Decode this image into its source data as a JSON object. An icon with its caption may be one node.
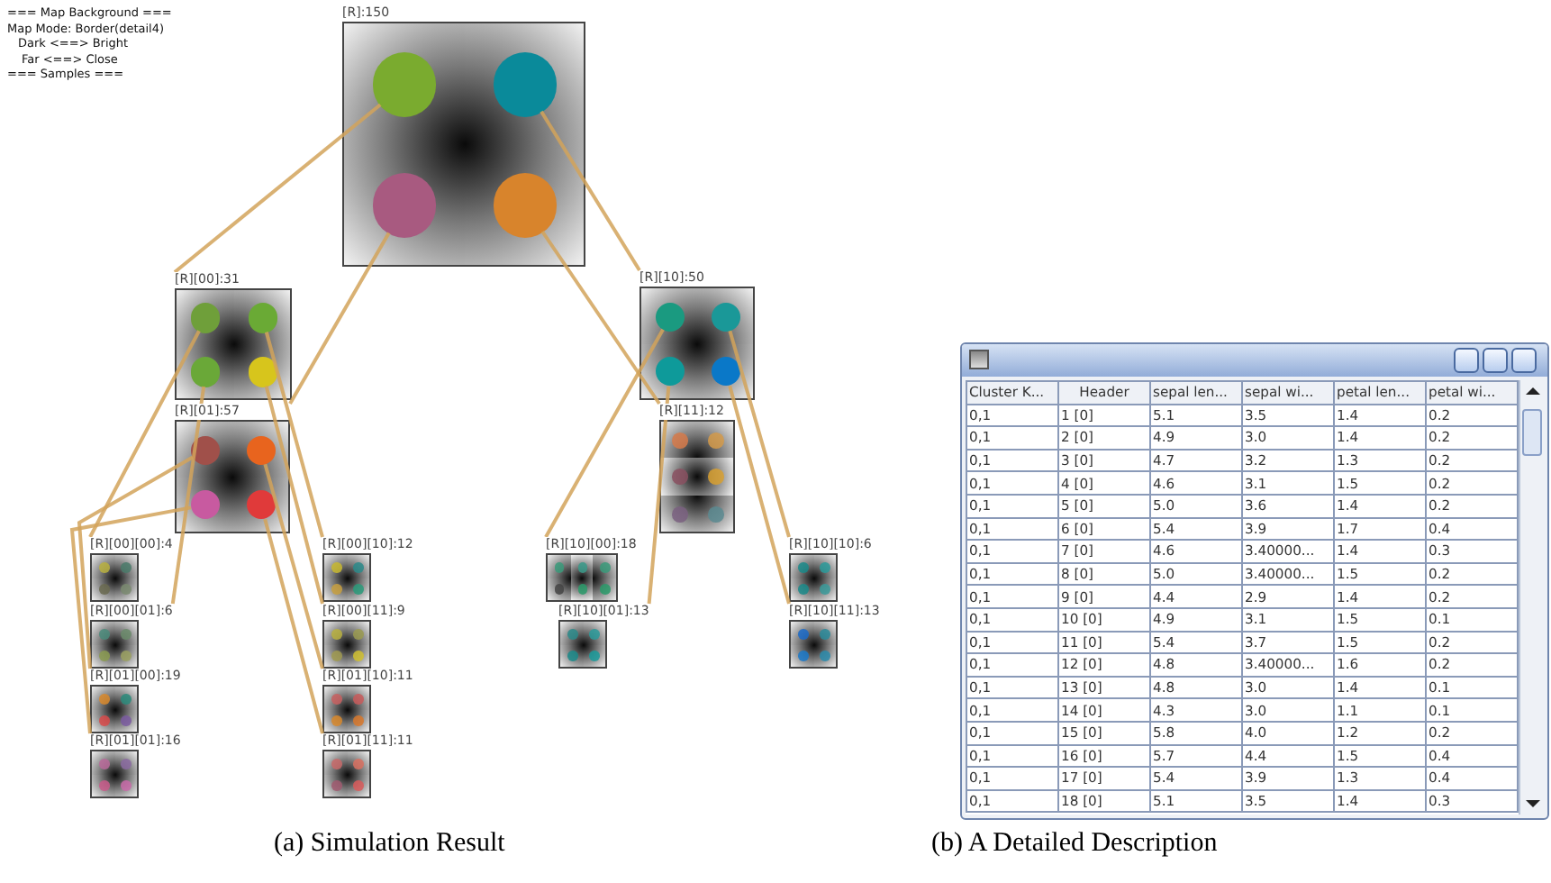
{
  "diagram": {
    "nodes": [
      {
        "text": [
          "[R]:150"
        ]
      },
      {
        "text": [],
        "shape": "circle",
        "in": 0
      },
      {
        "text": [],
        "shape": "circle",
        "in": 0
      },
      {
        "text": [],
        "shape": "circle",
        "in": 0
      },
      {
        "text": [],
        "shape": "circle",
        "in": 0
      },
      {
        "text": [
          "[R][00]:31"
        ]
      },
      {
        "text": [],
        "shape": "circle",
        "in": 5
      },
      {
        "text": [],
        "shape": "circle",
        "in": 5
      },
      {
        "text": [],
        "shape": "circle",
        "in": 5
      },
      {
        "text": [],
        "shape": "circle",
        "in": 5
      },
      {
        "text": [
          "[R][10]:50"
        ]
      },
      {
        "text": [],
        "shape": "circle",
        "in": 10
      },
      {
        "text": [],
        "shape": "circle",
        "in": 10
      },
      {
        "text": [],
        "shape": "circle",
        "in": 10
      },
      {
        "text": [],
        "shape": "circle",
        "in": 10
      },
      {
        "text": [
          "[R][01]:57"
        ]
      },
      {
        "text": [],
        "shape": "circle",
        "in": 15
      },
      {
        "text": [],
        "shape": "circle",
        "in": 15
      },
      {
        "text": [],
        "shape": "circle",
        "in": 15
      },
      {
        "text": [],
        "shape": "circle",
        "in": 15
      },
      {
        "text": [
          "[R][11]:12"
        ]
      },
      {
        "text": [
          "[R][00][00]:4"
        ]
      },
      {
        "text": [
          "[R][00][10]:12"
        ]
      },
      {
        "text": [
          "[R][10][00]:18"
        ]
      },
      {
        "text": [
          "[R][10][10]:6"
        ]
      },
      {
        "text": [
          "[R][00][01]:6"
        ]
      },
      {
        "text": [
          "[R][00][11]:9"
        ]
      },
      {
        "text": [
          "[R][10][01]:13"
        ]
      },
      {
        "text": [
          "[R][10][11]:13"
        ]
      },
      {
        "text": [
          "[R][01][00]:19"
        ]
      },
      {
        "text": [
          "[R][01][10]:11"
        ]
      },
      {
        "text": [
          "[R][01][01]:16"
        ]
      },
      {
        "text": [
          "[R][01][11]:11"
        ]
      }
    ],
    "edges": [
      {
        "from": 1,
        "to": 5,
        "arrow": "none"
      },
      {
        "from": 2,
        "to": 10,
        "arrow": "none"
      },
      {
        "from": 3,
        "to": 15,
        "arrow": "none"
      },
      {
        "from": 4,
        "to": 20,
        "arrow": "none"
      },
      {
        "from": 6,
        "to": 21,
        "arrow": "none"
      },
      {
        "from": 7,
        "to": 22,
        "arrow": "none"
      },
      {
        "from": 8,
        "to": 25,
        "arrow": "none"
      },
      {
        "from": 9,
        "to": 26,
        "arrow": "none"
      },
      {
        "from": 11,
        "to": 23,
        "arrow": "none"
      },
      {
        "from": 12,
        "to": 24,
        "arrow": "none"
      },
      {
        "from": 13,
        "to": 27,
        "arrow": "none"
      },
      {
        "from": 14,
        "to": 28,
        "arrow": "none"
      },
      {
        "from": 16,
        "to": 29,
        "arrow": "none"
      },
      {
        "from": 17,
        "to": 30,
        "arrow": "none"
      },
      {
        "from": 18,
        "to": 31,
        "arrow": "none"
      },
      {
        "from": 19,
        "to": 32,
        "arrow": "none"
      }
    ],
    "labels": [
      "=== Map Background ===",
      "Map Mode: Border(detail4)",
      "Dark <==> Bright",
      "Far <==> Close",
      "=== Samples ===",
      "Cluster K...",
      "Header",
      "sepal len...",
      "sepal wi...",
      "petal len...",
      "petal wi...",
      "0,1",
      "1 [0]",
      "5.1",
      "3.5",
      "1.4",
      "0.2",
      "0,1",
      "2 [0]",
      "4.9",
      "3.0",
      "1.4",
      "0.2",
      "0,1",
      "3 [0]",
      "4.7",
      "3.2",
      "1.3",
      "0.2",
      "0,1",
      "4 [0]",
      "4.6",
      "3.1",
      "1.5",
      "0.2",
      "0,1",
      "5 [0]",
      "5.0",
      "3.6",
      "1.4",
      "0.2",
      "0,1",
      "6 [0]",
      "5.4",
      "3.9",
      "1.7",
      "0.4",
      "0,1",
      "7 [0]",
      "4.6",
      "3.40000...",
      "1.4",
      "0.3",
      "0,1",
      "8 [0]",
      "5.0",
      "3.40000...",
      "1.5",
      "0.2",
      "0,1",
      "9 [0]",
      "4.4",
      "2.9",
      "1.4",
      "0.2",
      "0,1",
      "10 [0]",
      "4.9",
      "3.1",
      "1.5",
      "0.1",
      "0,1",
      "11 [0]",
      "5.4",
      "3.7",
      "1.5",
      "0.2",
      "0,1",
      "12 [0]",
      "4.8",
      "3.40000...",
      "1.6",
      "0.2",
      "0,1",
      "13 [0]",
      "4.8",
      "3.0",
      "1.4",
      "0.1",
      "0,1",
      "14 [0]",
      "4.3",
      "3.0",
      "1.1",
      "0.1",
      "0,1",
      "15 [0]",
      "5.8",
      "4.0",
      "1.2",
      "0.2",
      "0,1",
      "16 [0]",
      "5.7",
      "4.4",
      "1.5",
      "0.4",
      "0,1",
      "17 [0]",
      "5.4",
      "3.9",
      "1.3",
      "0.4",
      "0,1",
      "18 [0]",
      "5.1",
      "3.5",
      "1.4",
      "0.3",
      "(a) Simulation Result",
      "(b) A Detailed Description"
    ]
  }
}
